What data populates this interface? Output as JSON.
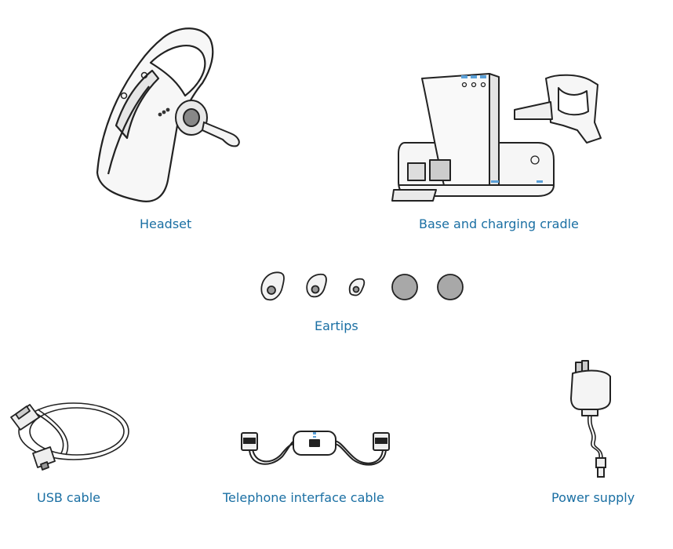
{
  "components": {
    "headset": {
      "label": "Headset",
      "icon": "headset-illustration"
    },
    "base": {
      "label": "Base and charging cradle",
      "icon": "base-cradle-illustration"
    },
    "eartips": {
      "label": "Eartips",
      "icon": "eartips-illustration"
    },
    "usb_cable": {
      "label": "USB cable",
      "icon": "usb-cable-illustration"
    },
    "telephone_cable": {
      "label": "Telephone interface cable",
      "icon": "telephone-cable-illustration"
    },
    "power_supply": {
      "label": "Power supply",
      "icon": "power-supply-illustration"
    }
  },
  "colors": {
    "label": "#1a6fa3",
    "line": "#222222",
    "accent": "#5aa0d8"
  }
}
